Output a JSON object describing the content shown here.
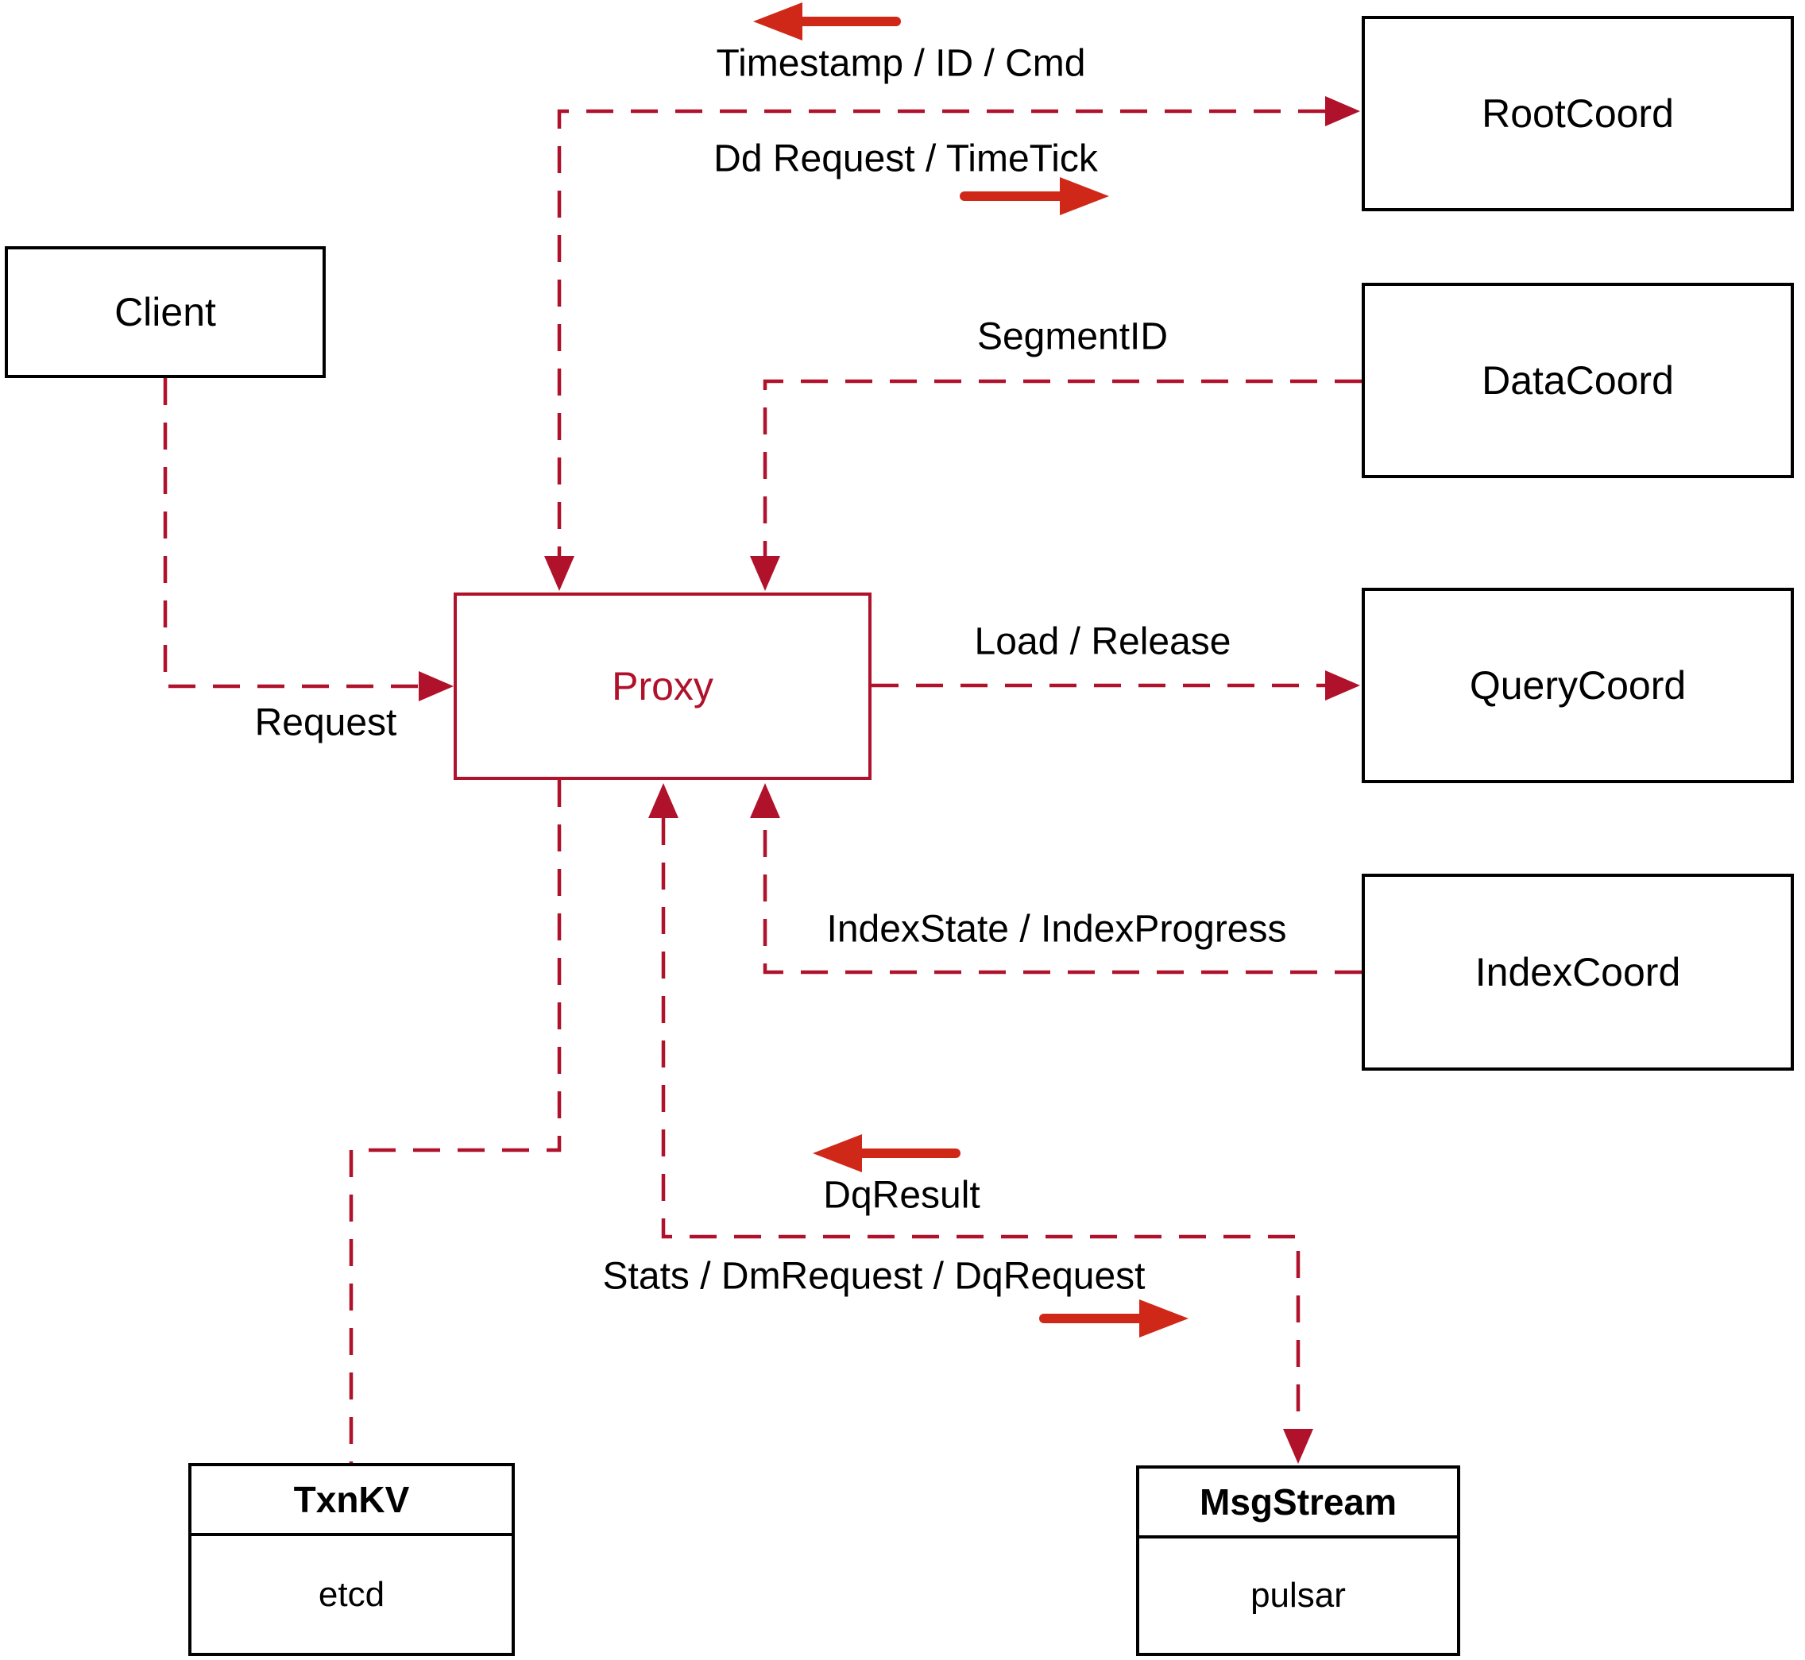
{
  "diagram": {
    "nodes": {
      "client": {
        "label": "Client"
      },
      "proxy": {
        "label": "Proxy"
      },
      "root_coord": {
        "label": "RootCoord"
      },
      "data_coord": {
        "label": "DataCoord"
      },
      "query_coord": {
        "label": "QueryCoord"
      },
      "index_coord": {
        "label": "IndexCoord"
      },
      "txn_kv": {
        "title": "TxnKV",
        "subtitle": "etcd"
      },
      "msg_stream": {
        "title": "MsgStream",
        "subtitle": "pulsar"
      }
    },
    "edge_labels": {
      "timestamp_id_cmd": "Timestamp / ID / Cmd",
      "dd_request_timetick": "Dd Request / TimeTick",
      "segment_id": "SegmentID",
      "load_release": "Load / Release",
      "index_state_progress": "IndexState / IndexProgress",
      "request": "Request",
      "dq_result": "DqResult",
      "stats_dm_dq": "Stats / DmRequest / DqRequest"
    },
    "colors": {
      "dashed_line_red": "#b0112b",
      "flow_arrow_red": "#d02818",
      "box_border_black": "#000000",
      "background": "#ffffff"
    }
  }
}
